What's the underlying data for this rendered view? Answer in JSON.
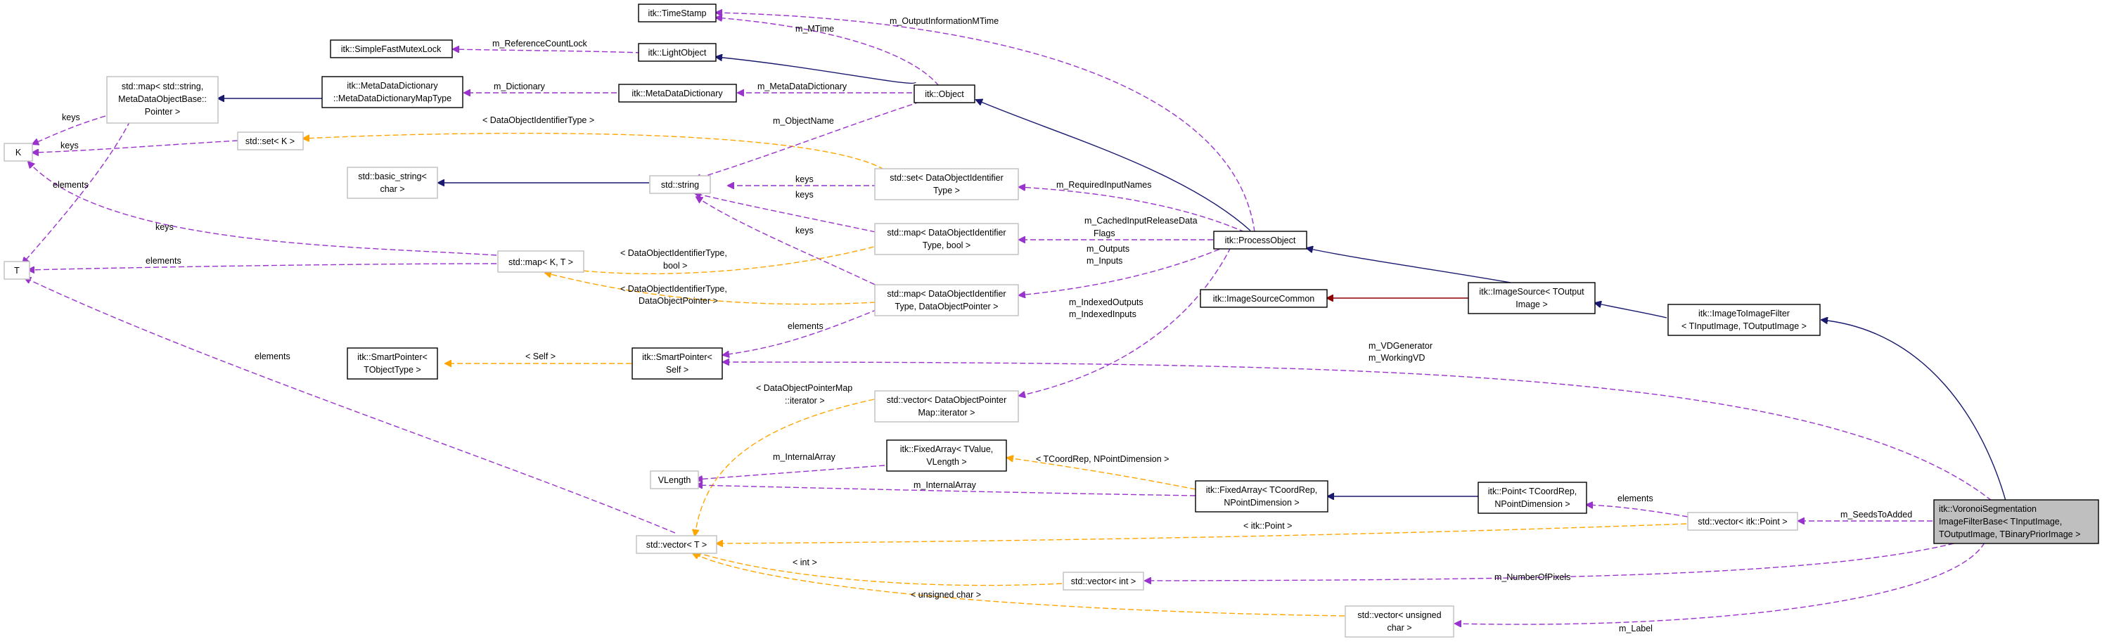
{
  "colors": {
    "inheritance": "#191970",
    "private_inheritance": "#8b0000",
    "usage": "#9a32cd",
    "template": "#ffa500",
    "focus_fill": "#bfbfbf",
    "template_border": "#bfbfbf"
  },
  "nodes": {
    "timestamp": {
      "lines": [
        "itk::TimeStamp"
      ]
    },
    "simplefastmutexlock": {
      "lines": [
        "itk::SimpleFastMutexLock"
      ]
    },
    "lightobject": {
      "lines": [
        "itk::LightObject"
      ]
    },
    "metadatadictionarymaptype": {
      "lines": [
        "itk::MetaDataDictionary",
        "::MetaDataDictionaryMapType"
      ]
    },
    "metadatadictionary": {
      "lines": [
        "itk::MetaDataDictionary"
      ]
    },
    "object": {
      "lines": [
        "itk::Object"
      ]
    },
    "map_string_metadata": {
      "lines": [
        "std::map< std::string,",
        "MetaDataObjectBase::",
        "Pointer >"
      ]
    },
    "k": {
      "lines": [
        "K"
      ]
    },
    "set_k": {
      "lines": [
        "std::set< K >"
      ]
    },
    "basic_string": {
      "lines": [
        "std::basic_string<",
        "char >"
      ]
    },
    "string": {
      "lines": [
        "std::string"
      ]
    },
    "set_dataobjectid": {
      "lines": [
        "std::set< DataObjectIdentifier",
        "Type >"
      ]
    },
    "map_dataobjectid_bool": {
      "lines": [
        "std::map< DataObjectIdentifier",
        "Type, bool >"
      ]
    },
    "processobject": {
      "lines": [
        "itk::ProcessObject"
      ]
    },
    "t": {
      "lines": [
        "T"
      ]
    },
    "map_kt": {
      "lines": [
        "std::map< K, T >"
      ]
    },
    "map_dataobjectid_pointer": {
      "lines": [
        "std::map< DataObjectIdentifier",
        "Type, DataObjectPointer >"
      ]
    },
    "imagesourcecommon": {
      "lines": [
        "itk::ImageSourceCommon"
      ]
    },
    "imagesource": {
      "lines": [
        "itk::ImageSource< TOutput",
        "Image >"
      ]
    },
    "imagetoimagefilter": {
      "lines": [
        "itk::ImageToImageFilter",
        "< TInputImage, TOutputImage >"
      ]
    },
    "smartpointer_tobject": {
      "lines": [
        "itk::SmartPointer<",
        "TObjectType >"
      ]
    },
    "smartpointer_self": {
      "lines": [
        "itk::SmartPointer<",
        "Self >"
      ]
    },
    "vector_dataobjectpointer": {
      "lines": [
        "std::vector< DataObjectPointer",
        "Map::iterator >"
      ]
    },
    "fixedarray_tvalue": {
      "lines": [
        "itk::FixedArray< TValue,",
        "VLength >"
      ]
    },
    "vlength": {
      "lines": [
        "VLength"
      ]
    },
    "fixedarray_tcoordrep": {
      "lines": [
        "itk::FixedArray< TCoordRep,",
        "NPointDimension >"
      ]
    },
    "point": {
      "lines": [
        "itk::Point< TCoordRep,",
        "NPointDimension >"
      ]
    },
    "vector_t": {
      "lines": [
        "std::vector< T >"
      ]
    },
    "vector_point": {
      "lines": [
        "std::vector< itk::Point >"
      ]
    },
    "voronoi": {
      "lines": [
        "itk::VoronoiSegmentation",
        "ImageFilterBase< TInputImage,",
        "TOutputImage, TBinaryPriorImage >"
      ]
    },
    "vector_int": {
      "lines": [
        "std::vector< int >"
      ]
    },
    "vector_uchar": {
      "lines": [
        "std::vector< unsigned",
        "char >"
      ]
    }
  },
  "edges": {
    "m_outputinformationmtime": [
      "m_OutputInformationMTime"
    ],
    "m_mtime": [
      "m_MTime"
    ],
    "m_referencecountlock": [
      "m_ReferenceCountLock"
    ],
    "m_dictionary": [
      "m_Dictionary"
    ],
    "m_metadatadictionary": [
      "m_MetaDataDictionary"
    ],
    "keys_map": [
      "keys"
    ],
    "keys_set": [
      "keys"
    ],
    "dataobjectidentifiertype_set": [
      "< DataObjectIdentifierType >"
    ],
    "m_objectname": [
      "m_ObjectName"
    ],
    "elements_map_t": [
      "elements"
    ],
    "keys_set_dataobjectid": [
      "keys"
    ],
    "keys_map_bool": [
      "keys"
    ],
    "m_requiredinputnames": [
      "m_RequiredInputNames"
    ],
    "keys_map_kt": [
      "keys"
    ],
    "m_cachedinputreleasedataflags": [
      "m_CachedInputReleaseData",
      "Flags"
    ],
    "keys_map_pointer": [
      "keys"
    ],
    "elements_map_kt_t": [
      "elements"
    ],
    "dataobjectidentifiertype_bool": [
      "< DataObjectIdentifierType,",
      "bool >"
    ],
    "m_outputs_inputs": [
      "m_Outputs",
      "m_Inputs"
    ],
    "dataobjectidentifiertype_pointer": [
      "< DataObjectIdentifierType,",
      "DataObjectPointer >"
    ],
    "elements_smartpointer": [
      "elements"
    ],
    "m_indexedoutputs_inputs": [
      "m_IndexedOutputs",
      "m_IndexedInputs"
    ],
    "self_template": [
      "< Self >"
    ],
    "m_vdgenerator": [
      "m_VDGenerator",
      "m_WorkingVD"
    ],
    "elements_vector_t": [
      "elements"
    ],
    "dataobjectpointermap_iterator": [
      "< DataObjectPointerMap",
      "::iterator >"
    ],
    "tcoordrep_npointdimension": [
      "< TCoordRep, NPointDimension >"
    ],
    "m_internalarray_1": [
      "m_InternalArray"
    ],
    "m_internalarray_2": [
      "m_InternalArray"
    ],
    "elements_point": [
      "elements"
    ],
    "m_seedstoadded": [
      "m_SeedsToAdded"
    ],
    "itk_point": [
      "< itk::Point >"
    ],
    "int_template": [
      "< int >"
    ],
    "m_numberofpixels": [
      "m_NumberOfPixels"
    ],
    "unsigned_char_template": [
      "< unsigned char >"
    ],
    "m_label": [
      "m_Label"
    ]
  }
}
